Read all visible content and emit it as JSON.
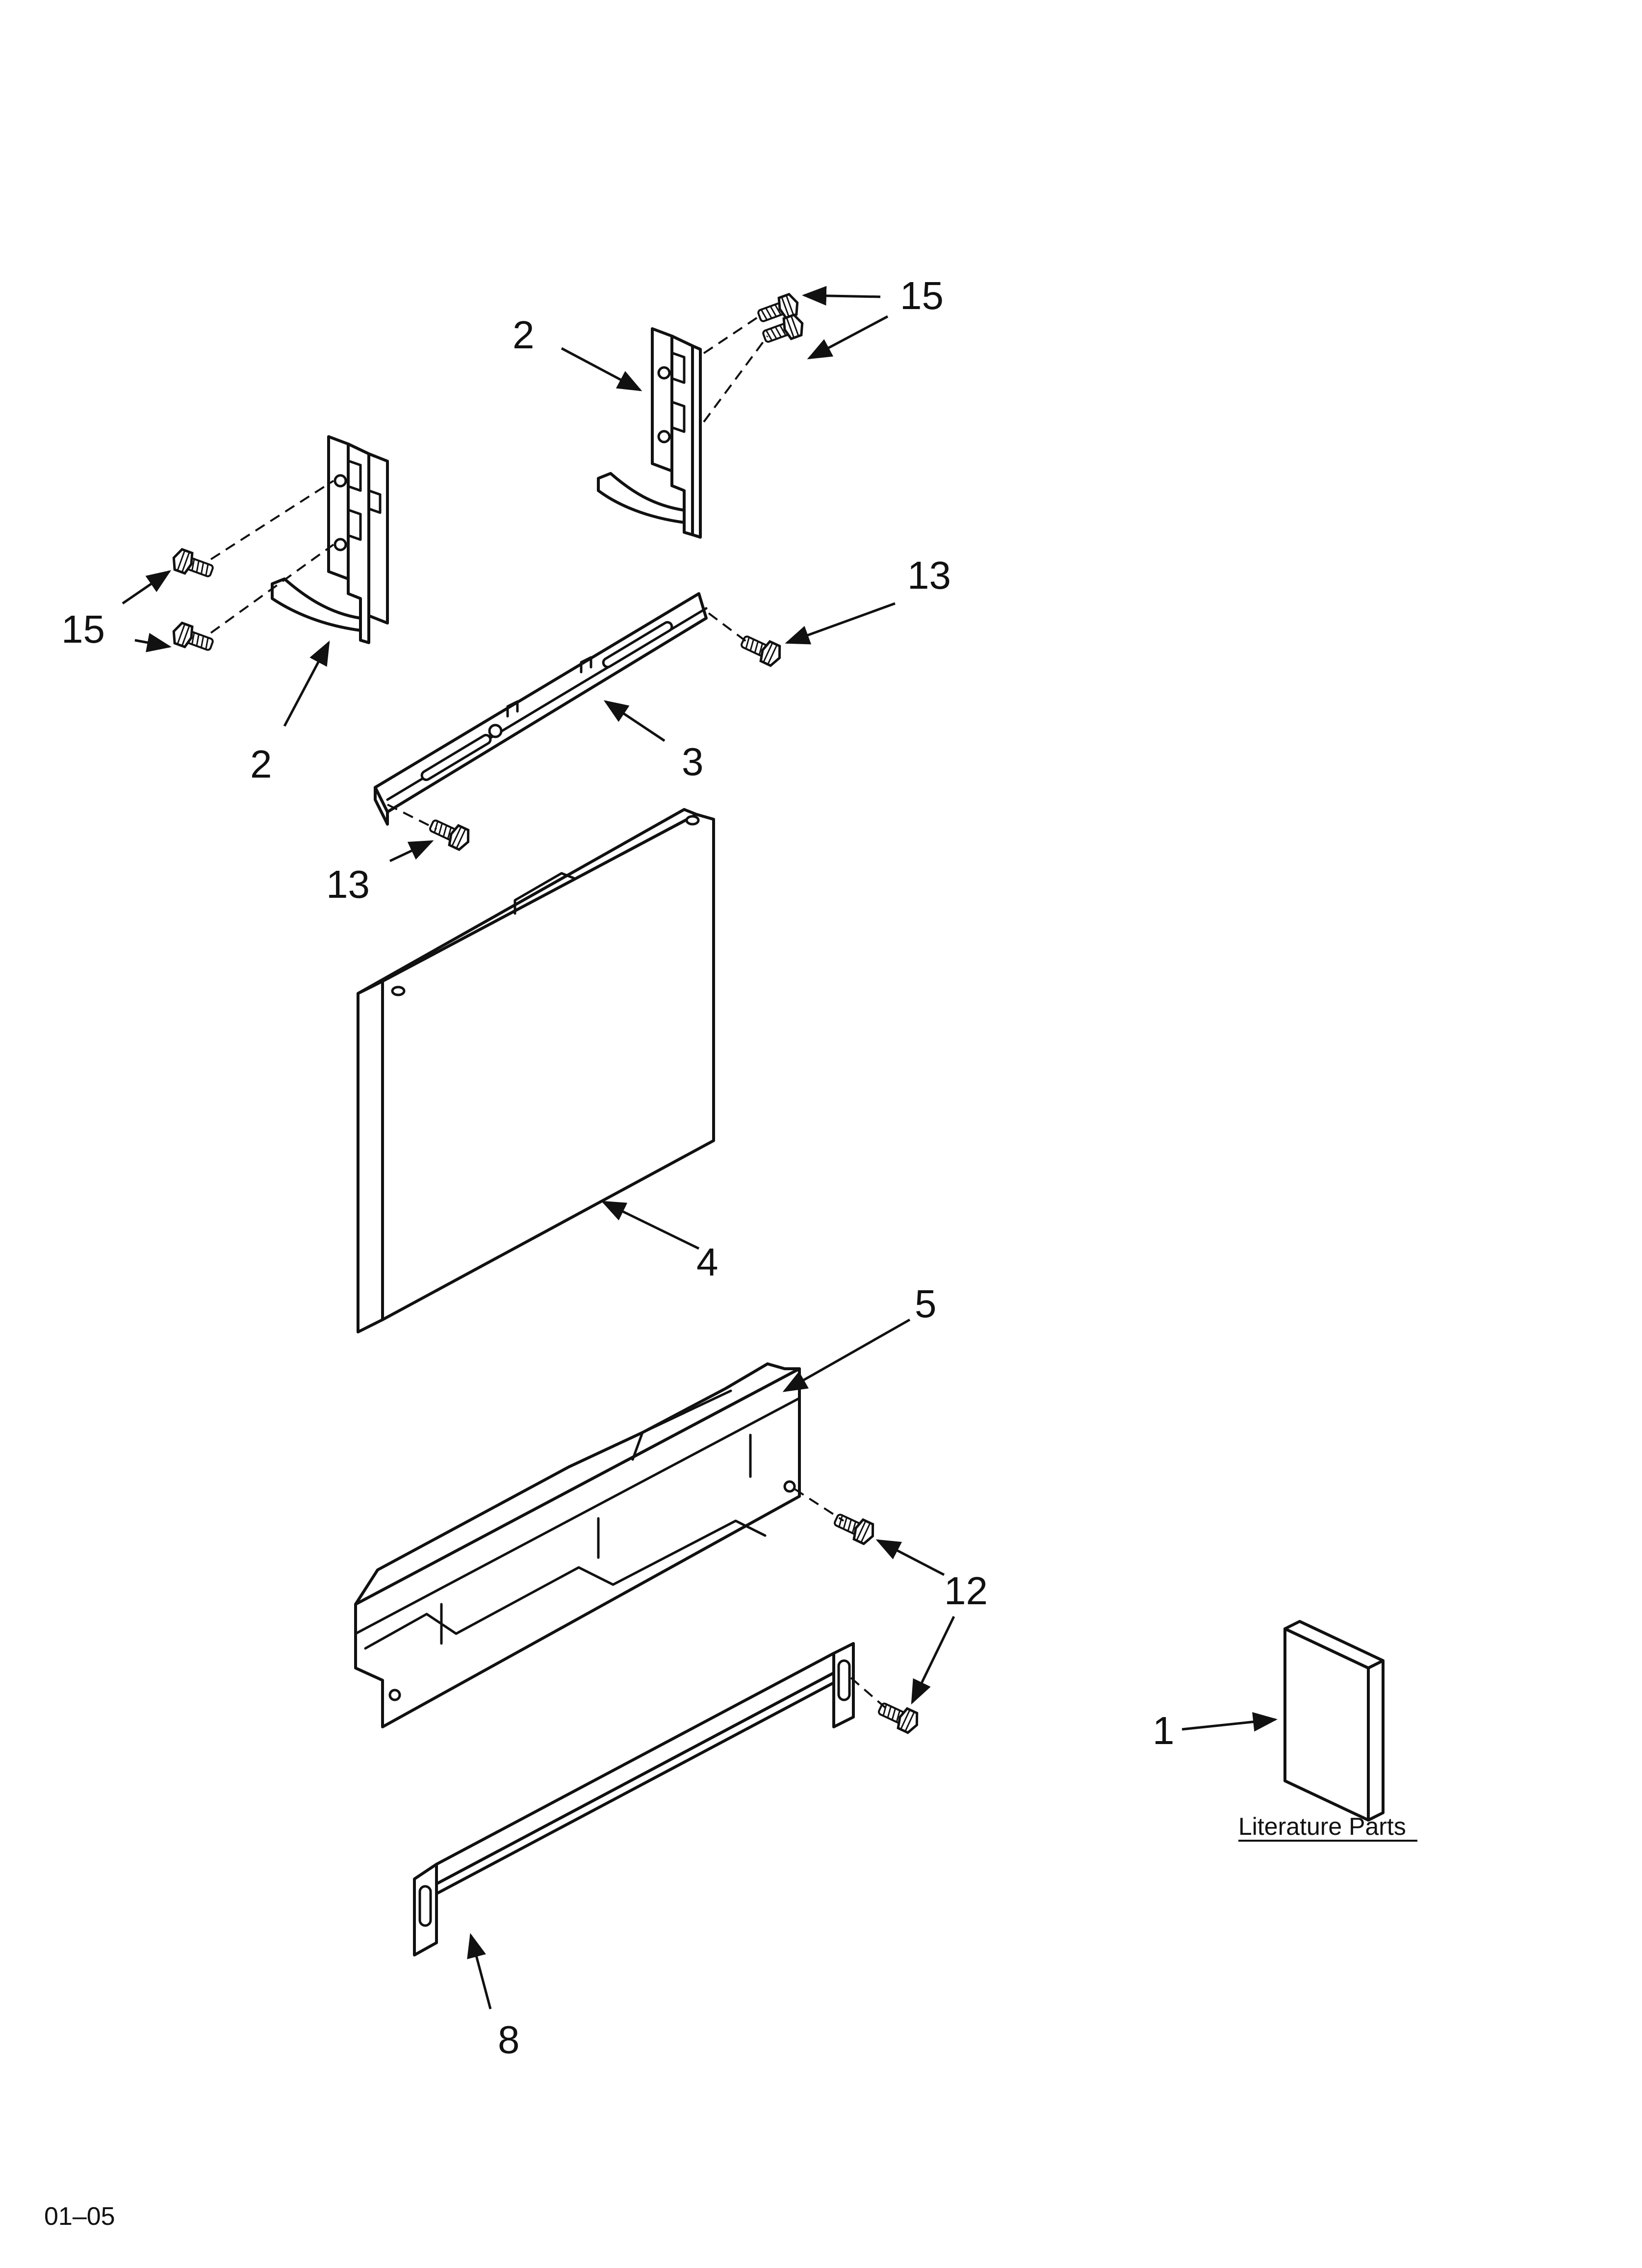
{
  "callouts": {
    "screw_15_top": "15",
    "bracket_2_top": "2",
    "screw_15_left": "15",
    "bracket_2_left": "2",
    "screw_13_right": "13",
    "rail_3": "3",
    "screw_13_left": "13",
    "panel_4": "4",
    "plate_5": "5",
    "screw_12": "12",
    "strip_8": "8",
    "literature_1": "1"
  },
  "literature_label": "Literature Parts",
  "footer_code": "01–05"
}
